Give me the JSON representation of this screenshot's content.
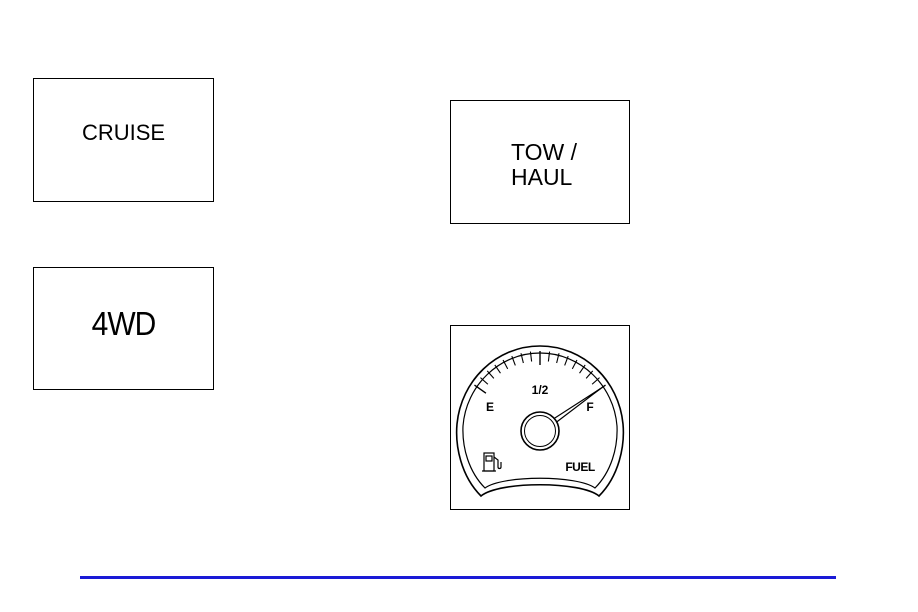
{
  "indicators": {
    "cruise": "CRUISE",
    "four_wd": "4WD",
    "tow_haul_line1": "TOW /",
    "tow_haul_line2": "HAUL"
  },
  "fuel_gauge": {
    "empty_label": "E",
    "half_label": "1/2",
    "full_label": "F",
    "gauge_label": "FUEL",
    "needle_level": 1.0
  },
  "colors": {
    "rule": "#1a1ad6"
  }
}
